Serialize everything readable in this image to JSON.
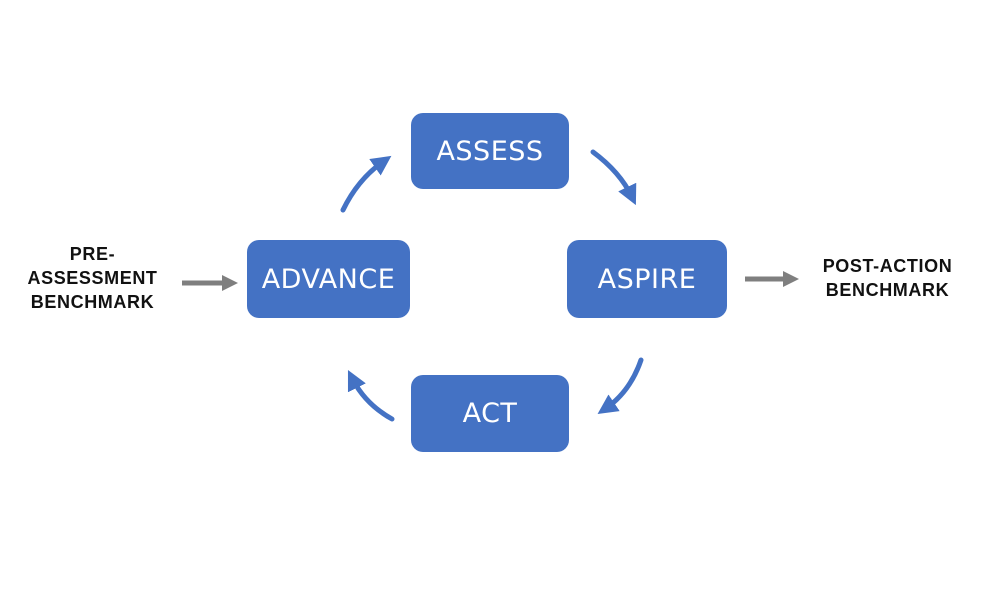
{
  "stages": {
    "assess": "ASSESS",
    "aspire": "ASPIRE",
    "act": "ACT",
    "advance": "ADVANCE"
  },
  "benchmarks": {
    "pre_line1": "PRE-",
    "pre_line2": "ASSESSMENT",
    "pre_line3": "BENCHMARK",
    "post_line1": "POST-ACTION",
    "post_line2": "BENCHMARK"
  },
  "colors": {
    "stage_fill": "#4472c4",
    "cycle_arrow": "#4472c4",
    "benchmark_arrow": "#7f7f7f",
    "label_text": "#111111"
  }
}
